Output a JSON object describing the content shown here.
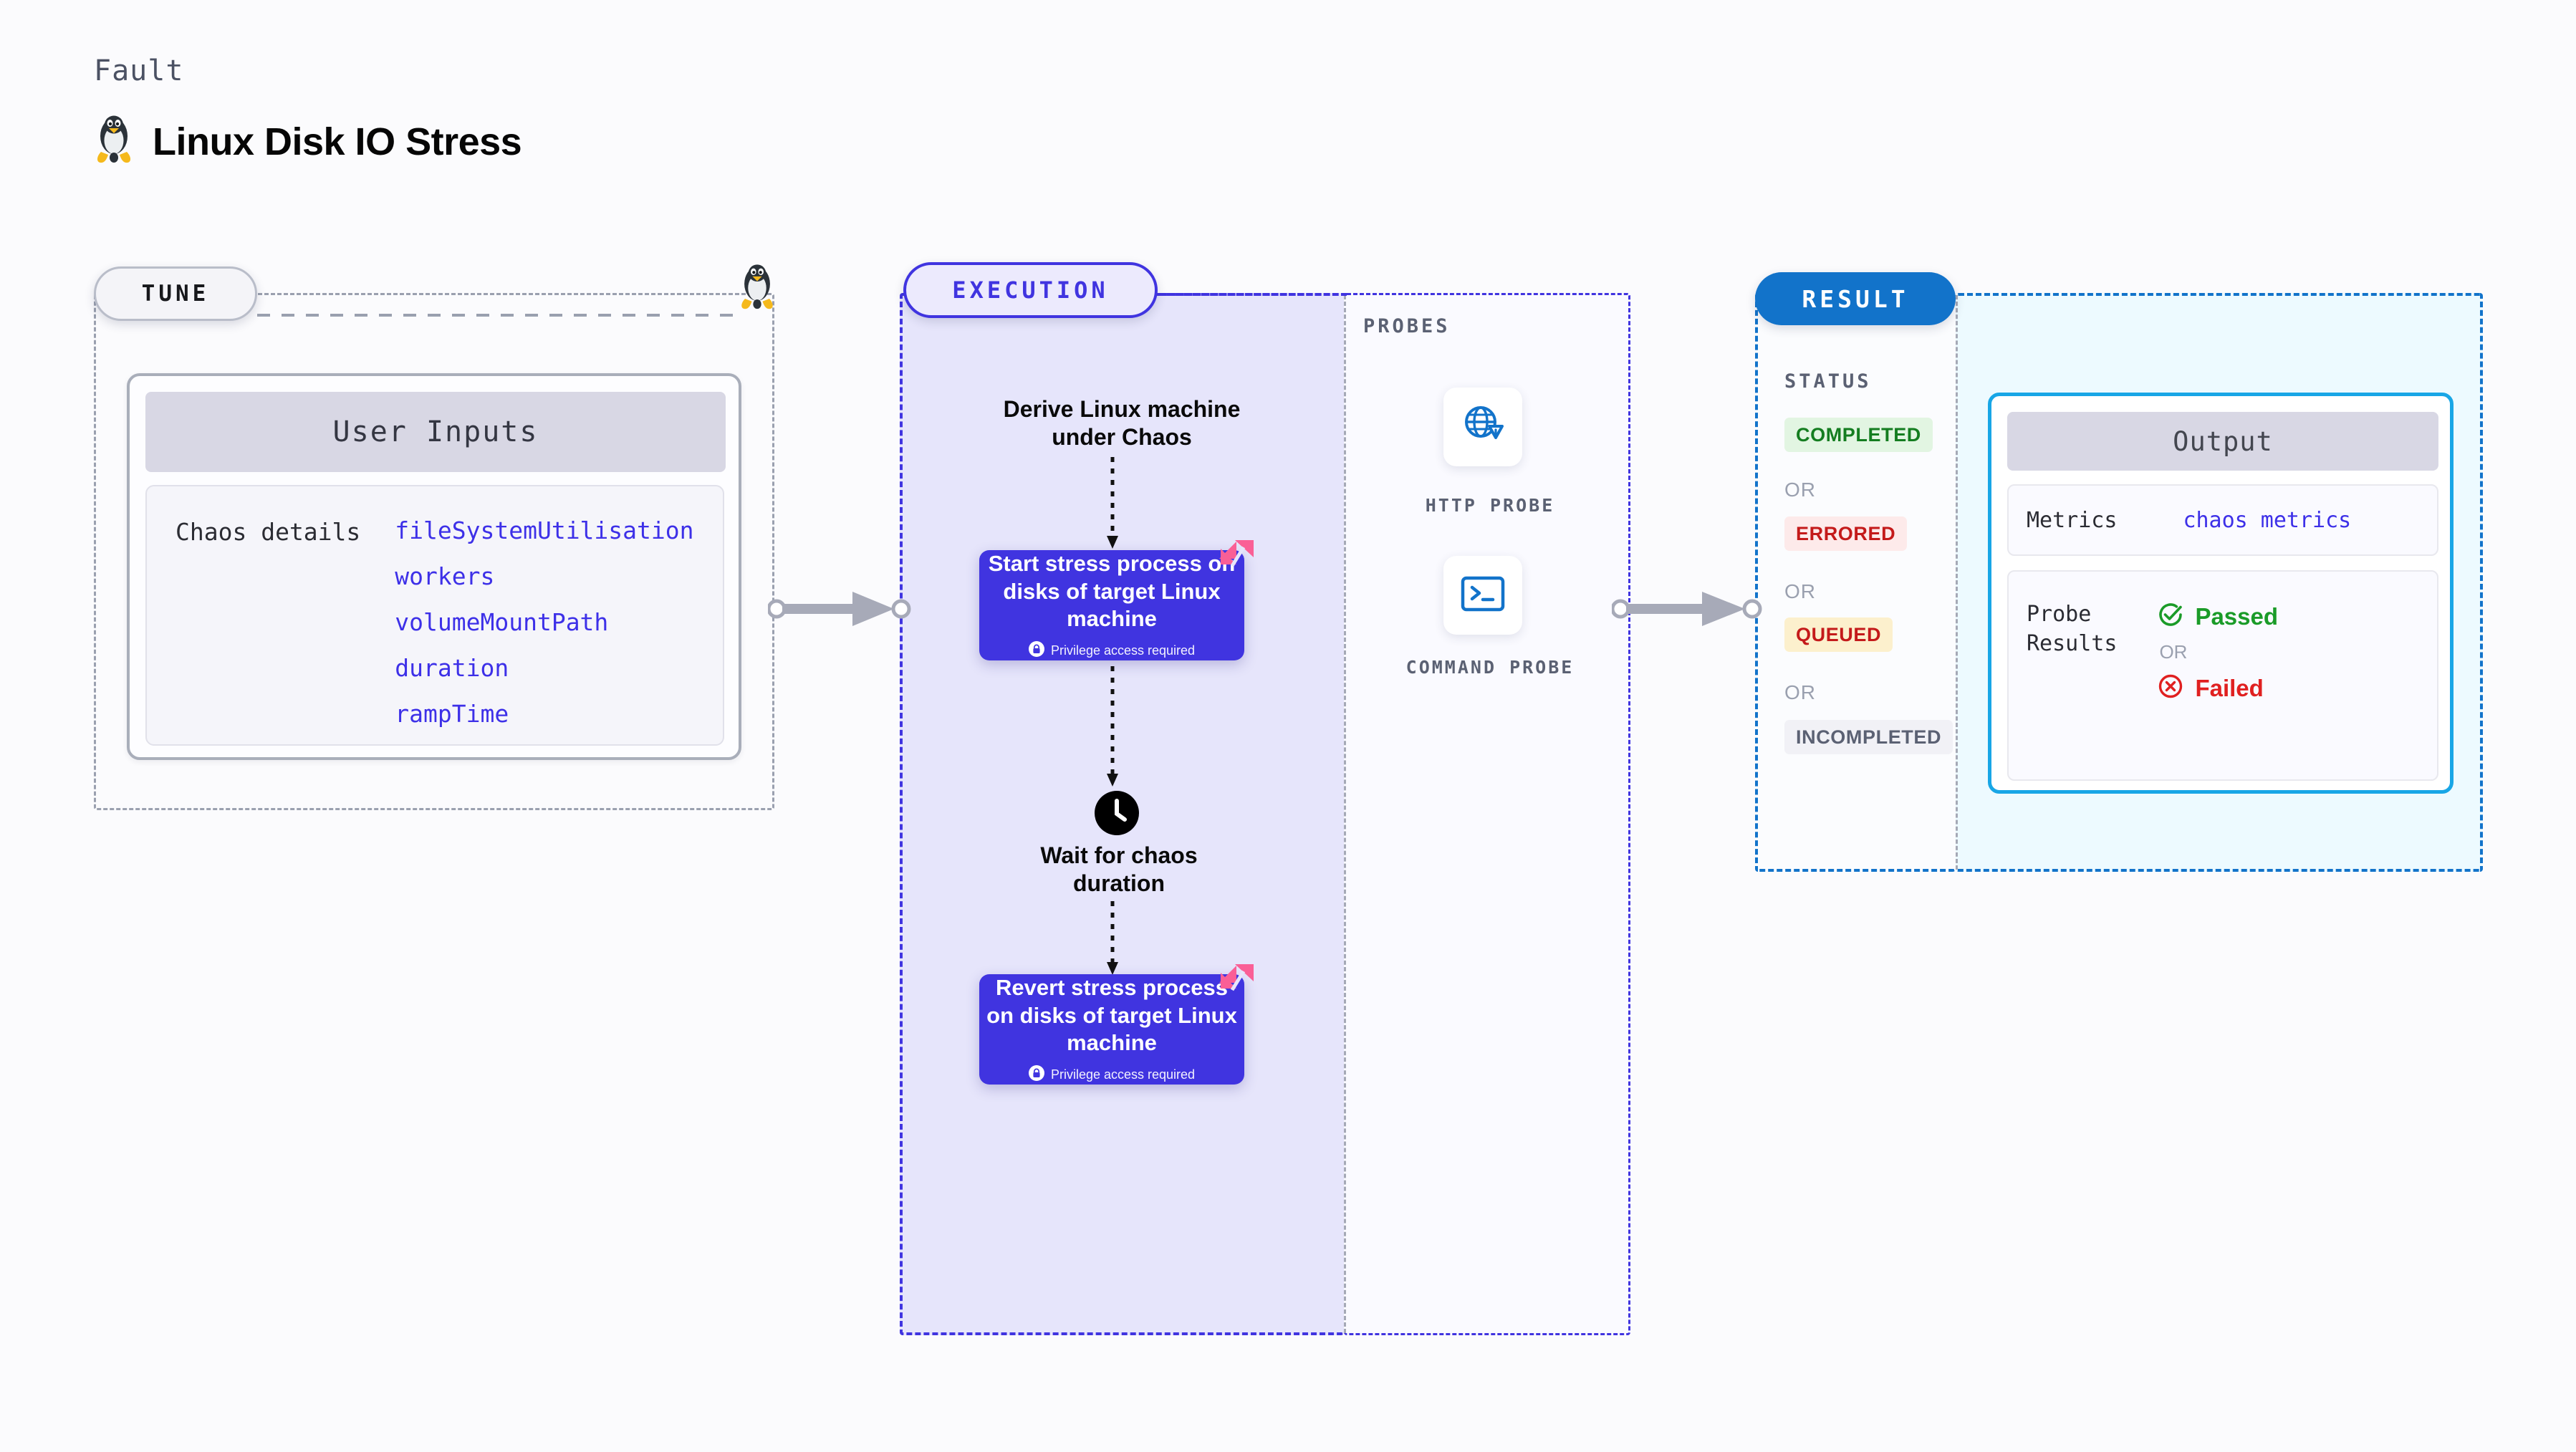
{
  "header": {
    "eyebrow": "Fault",
    "title": "Linux Disk IO Stress",
    "icon": "linux-penguin-icon"
  },
  "tune": {
    "pill_label": "TUNE",
    "edge_icon": "linux-penguin-icon",
    "card": {
      "title": "User Inputs",
      "row_label": "Chaos details",
      "params": [
        "fileSystemUtilisation",
        "workers",
        "volumeMountPath",
        "duration",
        "rampTime"
      ]
    }
  },
  "execution": {
    "pill_label": "EXECUTION",
    "start_text": "Derive Linux machine under Chaos",
    "steps": [
      {
        "title": "Start stress process on disks of target Linux machine",
        "privilege_note": "Privilege access required",
        "badge_icon": "litmus-chaos-icon",
        "lock_icon": "lock-icon"
      },
      {
        "title": "Revert stress process on disks of target Linux machine",
        "privilege_note": "Privilege access required",
        "badge_icon": "litmus-chaos-icon",
        "lock_icon": "lock-icon"
      }
    ],
    "wait": {
      "icon": "clock-icon",
      "text": "Wait for chaos duration"
    }
  },
  "probes": {
    "section_label": "PROBES",
    "items": [
      {
        "caption": "HTTP PROBE",
        "icon": "globe-warning-icon"
      },
      {
        "caption": "COMMAND PROBE",
        "icon": "terminal-icon"
      }
    ]
  },
  "result": {
    "pill_label": "RESULT",
    "status_label": "STATUS",
    "or_label": "OR",
    "statuses": [
      {
        "label": "COMPLETED",
        "bg": "#e2f5e2",
        "fg": "#147d20"
      },
      {
        "label": "ERRORED",
        "bg": "#fdeaea",
        "fg": "#c41a1a"
      },
      {
        "label": "QUEUED",
        "bg": "#fcf0cd",
        "fg": "#c41a1a"
      },
      {
        "label": "INCOMPLETED",
        "bg": "#f1f1f6",
        "fg": "#5b6173"
      }
    ]
  },
  "output": {
    "title": "Output",
    "metrics_label": "Metrics",
    "metrics_value": "chaos metrics",
    "probe_results_label": "Probe\nResults",
    "passed_label": "Passed",
    "failed_label": "Failed",
    "or_label": "OR",
    "passed_icon": "check-circle-icon",
    "failed_icon": "x-circle-icon"
  },
  "colors": {
    "accent_purple": "#4034e0",
    "accent_blue": "#1273ca",
    "accent_cyan": "#18a6e6",
    "pink": "#fa5f96",
    "grey_dash": "#9aa0af"
  }
}
